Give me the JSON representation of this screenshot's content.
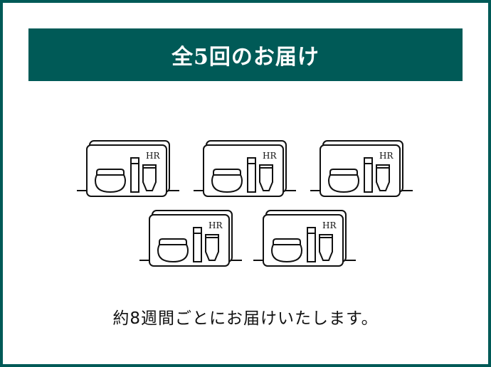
{
  "banner": {
    "title": "全5回のお届け"
  },
  "illustration": {
    "box_count": 5,
    "logo_text": "HR",
    "box_icon": "skincare-gift-box-icon"
  },
  "caption": {
    "text": "約8週間ごとにお届けいたします。"
  },
  "colors": {
    "brand": "#005a57",
    "line": "#111111",
    "background": "#ffffff"
  }
}
